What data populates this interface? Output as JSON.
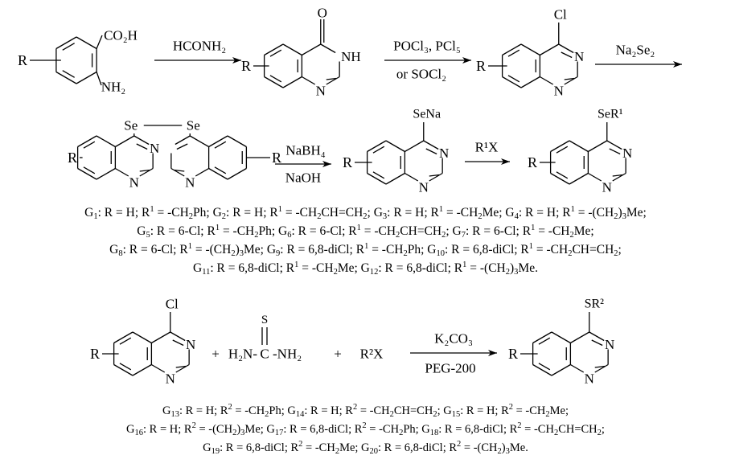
{
  "reagents": {
    "step1": "HCONH₂",
    "step2_top": "POCl₃, PCl₅",
    "step2_bottom": "or SOCl₂",
    "step3": "Na₂Se₂",
    "step4_top": "NaBH₄",
    "step4_bottom": "NaOH",
    "step5": "R¹X",
    "step6_top": "K₂CO₃",
    "step6_bottom": "PEG-200"
  },
  "atoms": {
    "R": "R",
    "CO2H": "CO₂H",
    "NH2": "NH₂",
    "O": "O",
    "NH": "NH",
    "N": "N",
    "Cl": "Cl",
    "Se": "Se",
    "SeNa": "SeNa",
    "SeR1": "SeR¹",
    "SR2": "SR²",
    "S": "S",
    "thiourea_left": "H₂N-",
    "thiourea_C": "C",
    "thiourea_right": "-NH₂",
    "R2X": "R²X",
    "plus": "+"
  },
  "legend_1": [
    "G<sub>1</sub>: R = H; R<sup>1</sup> = -CH<sub>2</sub>Ph; G<sub>2</sub>: R = H; R<sup>1</sup> = -CH<sub>2</sub>CH=CH<sub>2</sub>; G<sub>3</sub>: R = H; R<sup>1</sup> = -CH<sub>2</sub>Me; G<sub>4</sub>: R = H; R<sup>1</sup> = -(CH<sub>2</sub>)<sub>3</sub>Me;",
    "G<sub>5</sub>: R = 6-Cl; R<sup>1</sup> = -CH<sub>2</sub>Ph; G<sub>6</sub>: R = 6-Cl; R<sup>1</sup> = -CH<sub>2</sub>CH=CH<sub>2</sub>; G<sub>7</sub>: R = 6-Cl; R<sup>1</sup> = -CH<sub>2</sub>Me;",
    "G<sub>8</sub>: R = 6-Cl; R<sup>1</sup> = -(CH<sub>2</sub>)<sub>3</sub>Me; G<sub>9</sub>: R = 6,8-diCl; R<sup>1</sup> = -CH<sub>2</sub>Ph; G<sub>10</sub>: R = 6,8-diCl; R<sup>1</sup> = -CH<sub>2</sub>CH=CH<sub>2</sub>;",
    "G<sub>11</sub>: R = 6,8-diCl; R<sup>1</sup> = -CH<sub>2</sub>Me; G<sub>12</sub>: R = 6,8-diCl; R<sup>1</sup> = -(CH<sub>2</sub>)<sub>3</sub>Me."
  ],
  "legend_2": [
    "G<sub>13</sub>: R = H; R<sup>2</sup> = -CH<sub>2</sub>Ph; G<sub>14</sub>: R = H; R<sup>2</sup> = -CH<sub>2</sub>CH=CH<sub>2</sub>; G<sub>15</sub>: R = H; R<sup>2</sup> = -CH<sub>2</sub>Me;",
    "G<sub>16</sub>: R = H; R<sup>2</sup> = -(CH<sub>2</sub>)<sub>3</sub>Me; G<sub>17</sub>: R = 6,8-diCl; R<sup>2</sup> = -CH<sub>2</sub>Ph; G<sub>18</sub>: R = 6,8-diCl; R<sup>2</sup> = -CH<sub>2</sub>CH=CH<sub>2</sub>;",
    "G<sub>19</sub>: R = 6,8-diCl; R<sup>2</sup> = -CH<sub>2</sub>Me; G<sub>20</sub>: R = 6,8-diCl; R<sup>2</sup> = -(CH<sub>2</sub>)<sub>3</sub>Me."
  ]
}
